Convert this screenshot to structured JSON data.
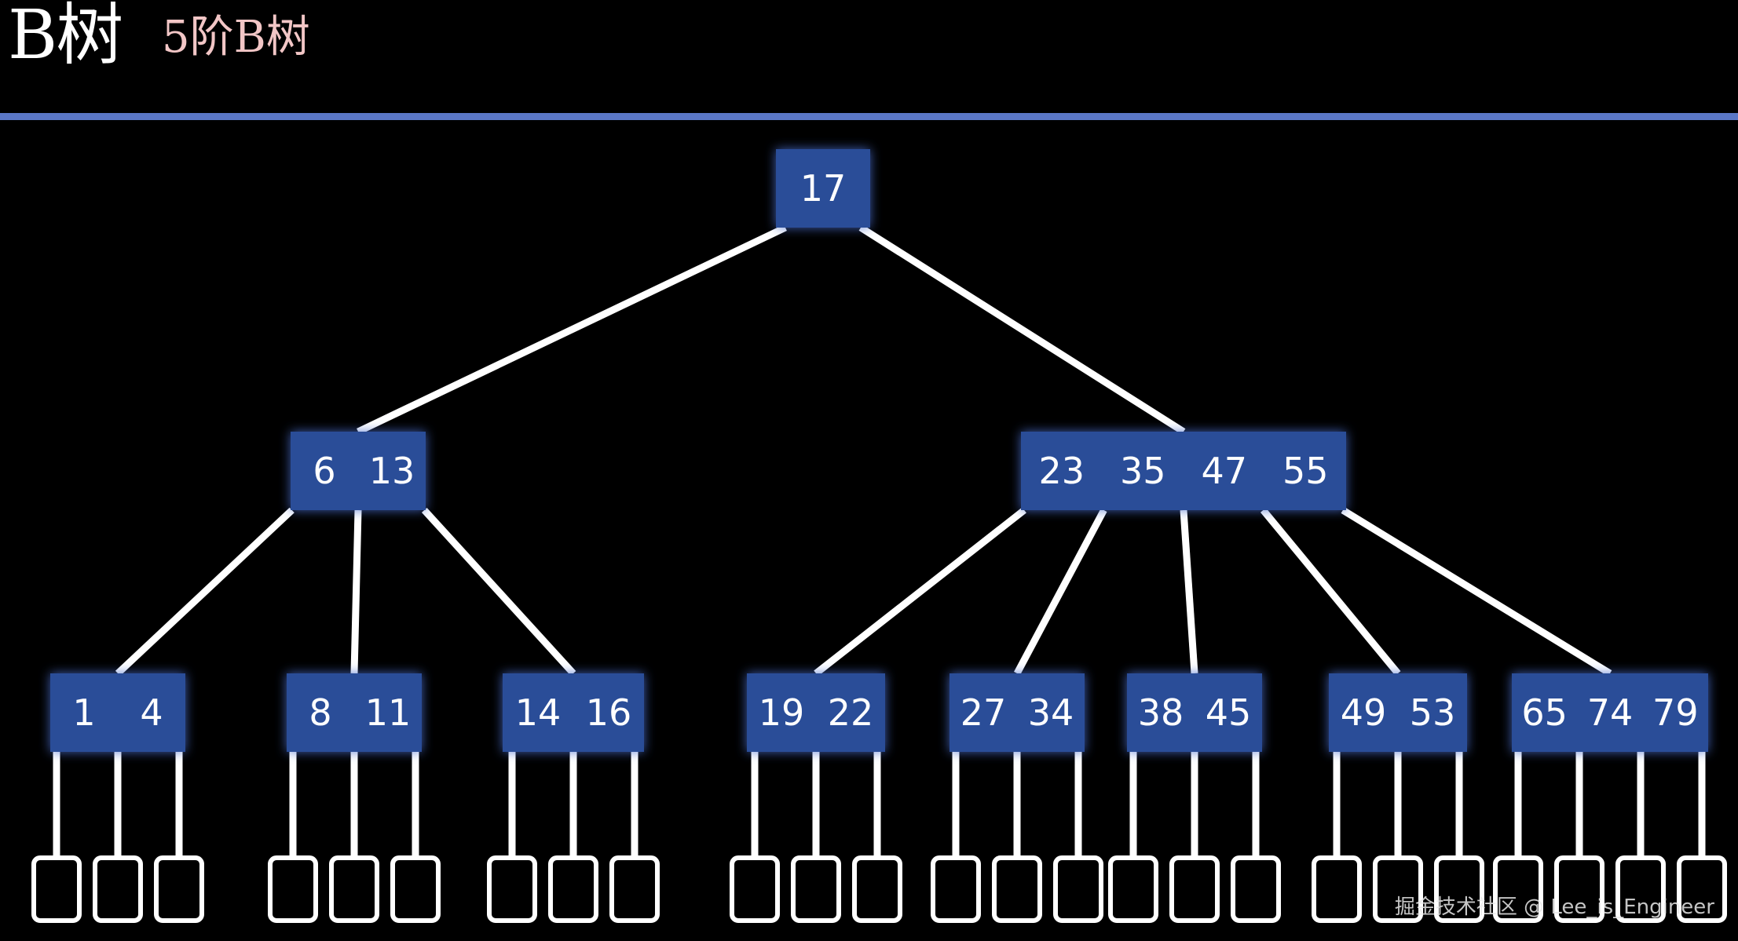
{
  "header": {
    "title": "B树",
    "subtitle": "5阶B树"
  },
  "watermark": "掘金技术社区 @ Lee_is_Engineer",
  "colors": {
    "background": "#000000",
    "divider": "#5b77c6",
    "node_fill": "#2c4d98",
    "subtitle": "#f2c6c6",
    "edges": "#ffffff"
  },
  "tree": {
    "order": 5,
    "root": {
      "keys": [
        17
      ],
      "children": [
        {
          "keys": [
            6,
            13
          ],
          "children": [
            {
              "keys": [
                1,
                4
              ]
            },
            {
              "keys": [
                8,
                11
              ]
            },
            {
              "keys": [
                14,
                16
              ]
            }
          ]
        },
        {
          "keys": [
            23,
            35,
            47,
            55
          ],
          "children": [
            {
              "keys": [
                19,
                22
              ]
            },
            {
              "keys": [
                27,
                34
              ]
            },
            {
              "keys": [
                38,
                45
              ]
            },
            {
              "keys": [
                49,
                53
              ]
            },
            {
              "keys": [
                65,
                74,
                79
              ]
            }
          ]
        }
      ]
    }
  }
}
